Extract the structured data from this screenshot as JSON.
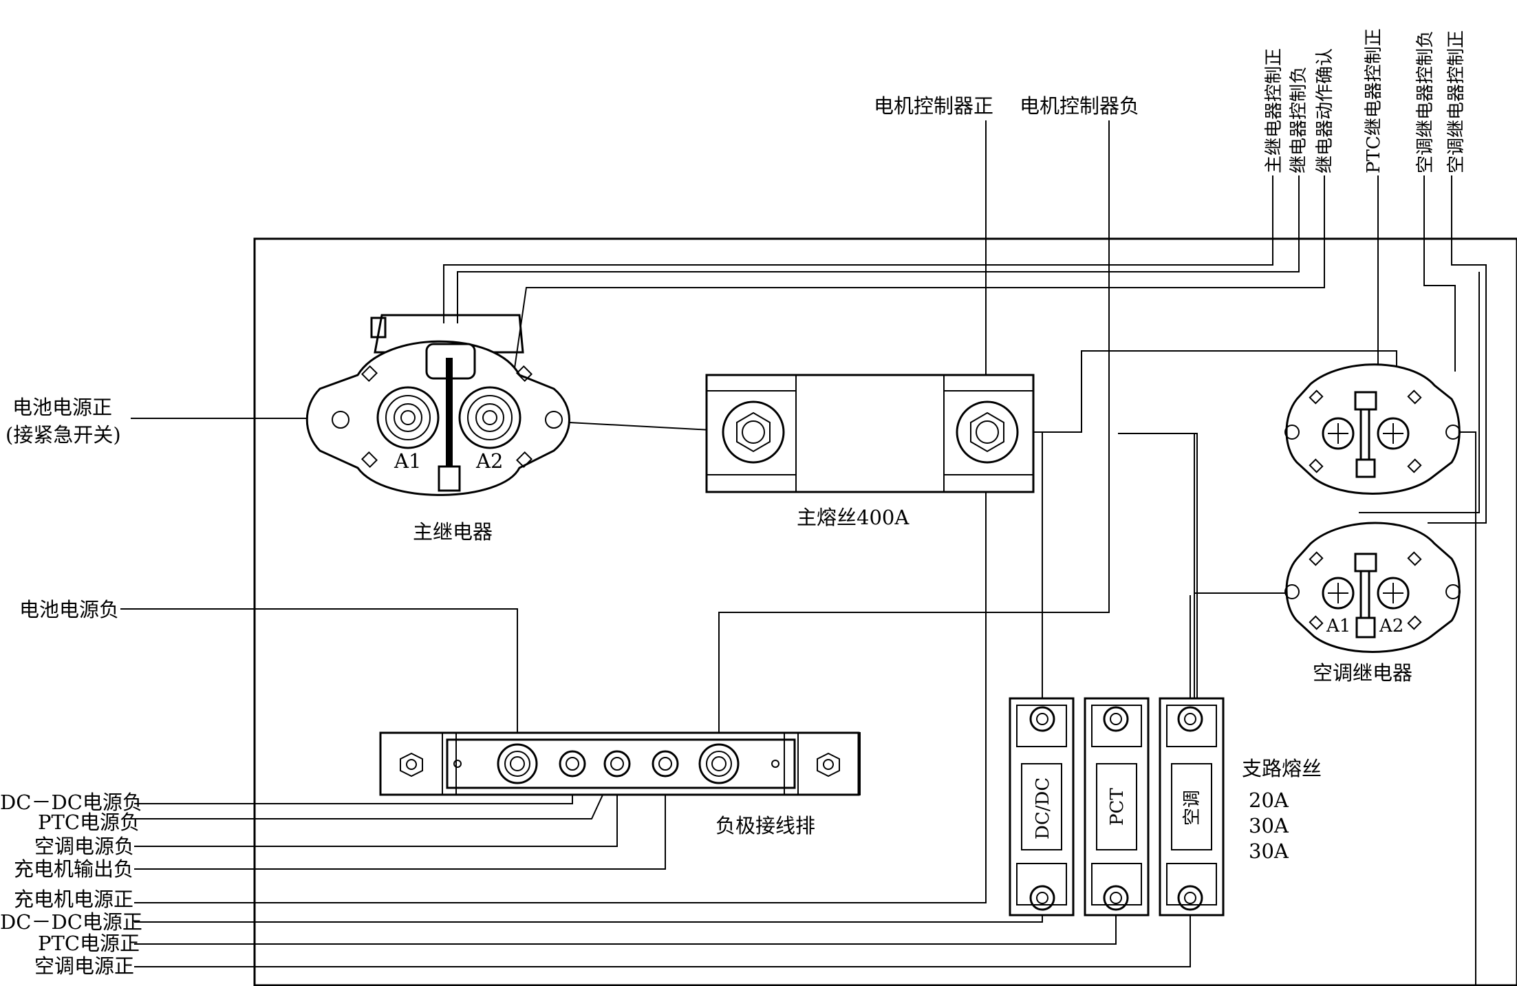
{
  "labels": {
    "motor_ctrl_pos": "电机控制器正",
    "motor_ctrl_neg": "电机控制器负",
    "main_relay_ctrl_pos": "主继电器控制正",
    "relay_ctrl_neg": "继电器控制负",
    "relay_action_confirm": "继电器动作确认",
    "ptc_relay_ctrl_pos": "PTC继电器控制正",
    "ac_relay_ctrl_neg": "空调继电器控制负",
    "ac_relay_ctrl_pos": "空调继电器控制正",
    "battery_pos": "电池电源正",
    "battery_pos_note": "(接紧急开关)",
    "battery_neg": "电池电源负",
    "dcdc_neg": "DC－DC电源负",
    "ptc_neg": "PTC电源负",
    "ac_neg": "空调电源负",
    "charger_out_neg": "充电机输出负",
    "charger_pos": "充电机电源正",
    "dcdc_pos": "DC－DC电源正",
    "ptc_pos": "PTC电源正",
    "ac_pos": "空调电源正"
  },
  "components": {
    "main_relay": "主继电器",
    "main_fuse": "主熔丝400A",
    "neg_busbar": "负极接线排",
    "ac_relay": "空调继电器",
    "branch_fuse": "支路熔丝",
    "terminal_a1": "A1",
    "terminal_a2": "A2"
  },
  "branch_fuses": [
    {
      "label": "DC/DC",
      "rating": "20A"
    },
    {
      "label": "PCT",
      "rating": "30A"
    },
    {
      "label": "空调",
      "rating": "30A"
    }
  ]
}
